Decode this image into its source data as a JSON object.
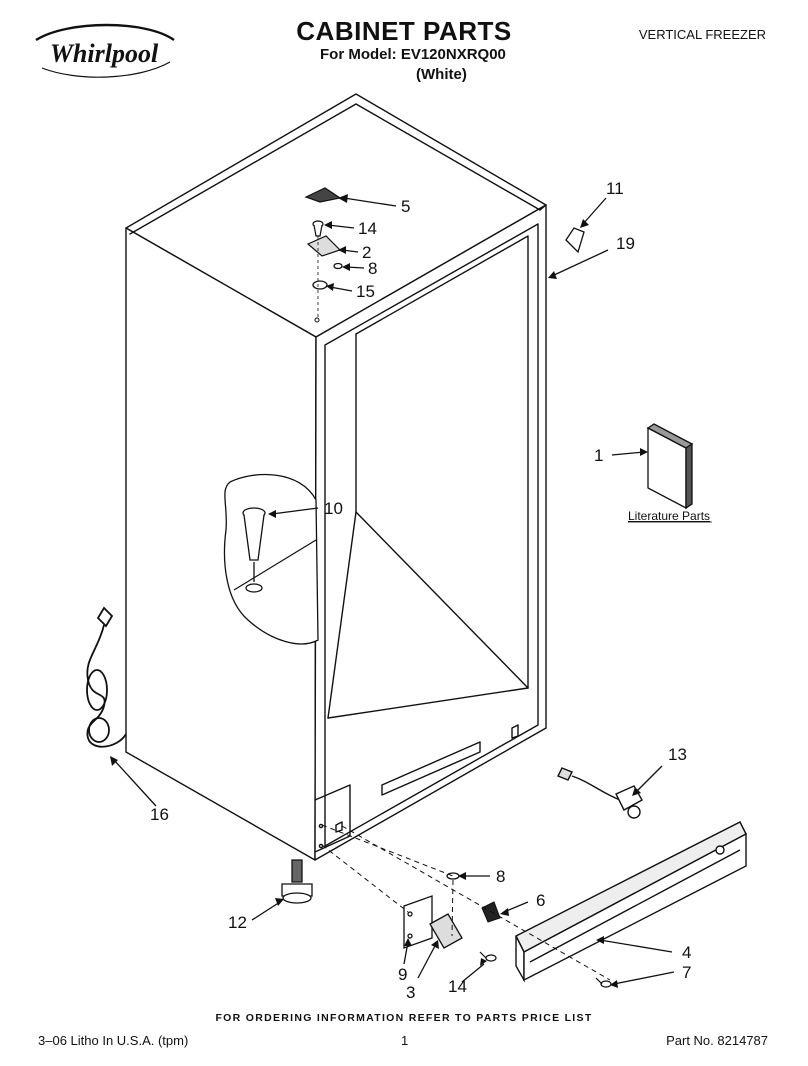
{
  "header": {
    "brand": "Whirlpool",
    "title": "CABINET PARTS",
    "model_line": "For Model: EV120NXRQ00",
    "color_line": "(White)",
    "product_type": "VERTICAL FREEZER"
  },
  "callouts": {
    "c1": "1",
    "c2": "2",
    "c3": "3",
    "c4": "4",
    "c5": "5",
    "c6": "6",
    "c7": "7",
    "c8a": "8",
    "c8b": "8",
    "c9": "9",
    "c10": "10",
    "c11": "11",
    "c12": "12",
    "c13": "13",
    "c14a": "14",
    "c14b": "14",
    "c15": "15",
    "c16": "16",
    "c19": "19"
  },
  "literature_label": "Literature Parts",
  "footer": {
    "order_note": "FOR ORDERING INFORMATION REFER TO PARTS PRICE LIST",
    "litho": "3–06 Litho In U.S.A. (tpm)",
    "page": "1",
    "part_no": "Part No. 8214787"
  }
}
